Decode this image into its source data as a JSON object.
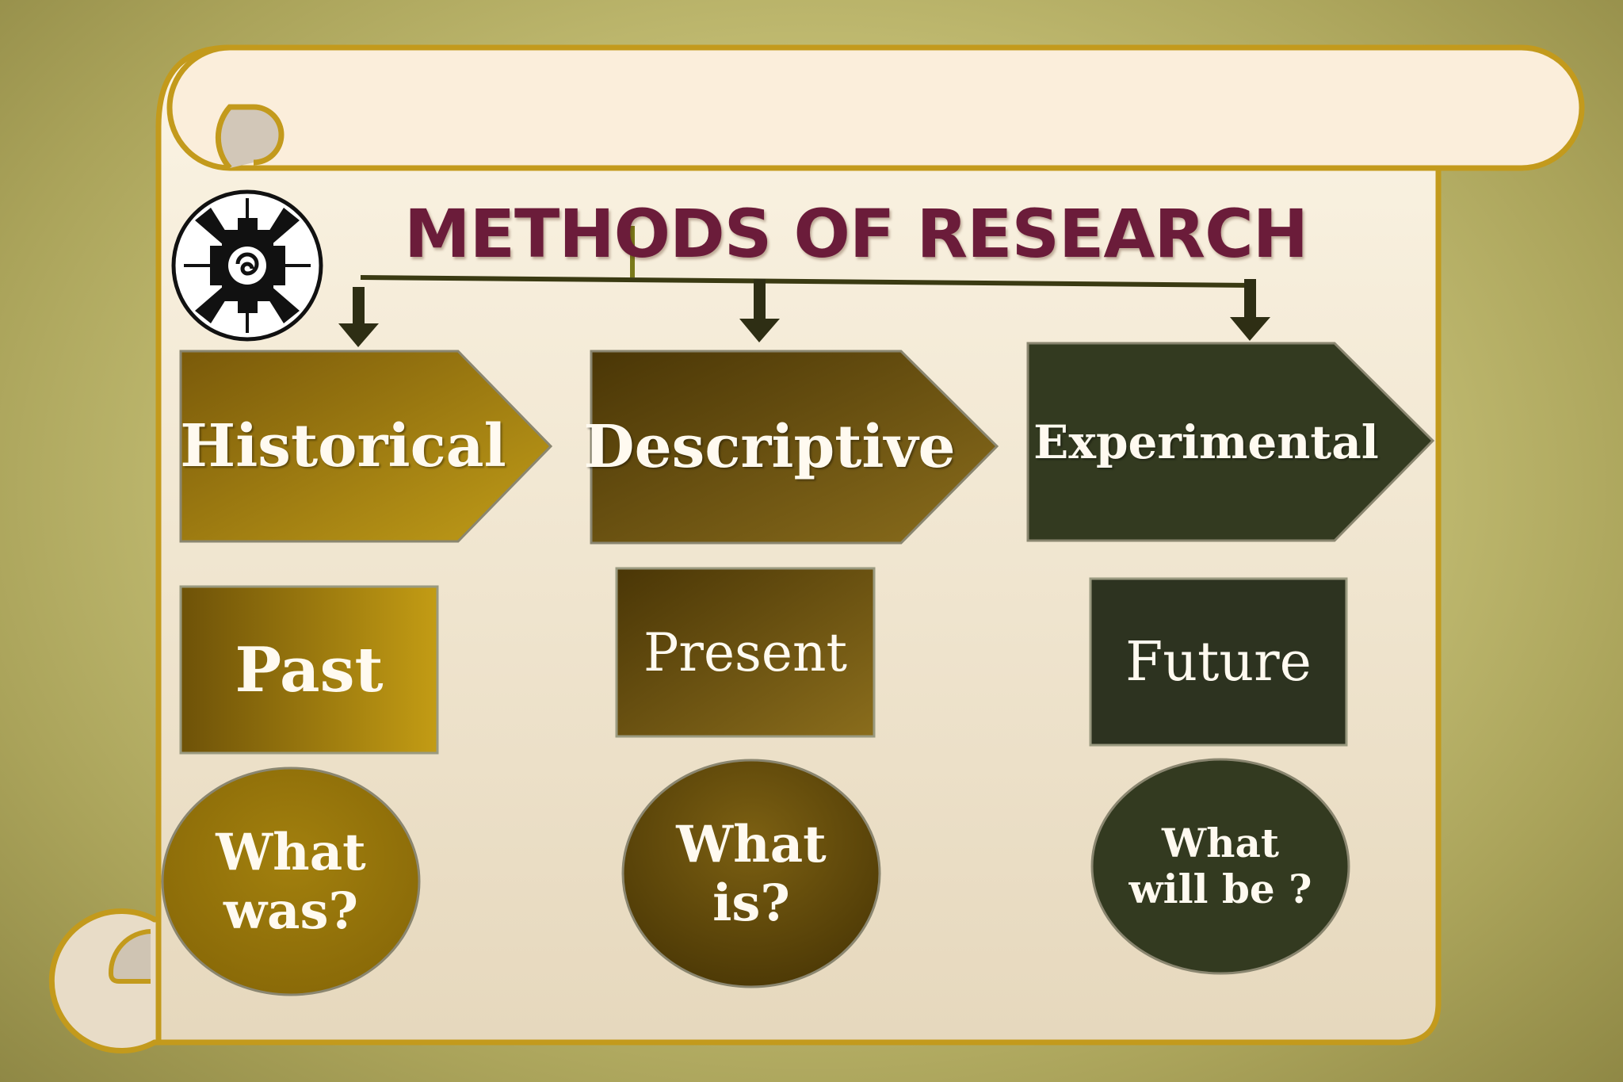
{
  "title": "METHODS OF RESEARCH",
  "colors": {
    "background": "#c9c47a",
    "scroll_fill": "#f7ecd8",
    "scroll_border": "#c39a1c",
    "title": "#6b1c3a",
    "historical": "#9b7a10",
    "descriptive": "#6a5010",
    "experimental": "#333a20"
  },
  "icons": {
    "logo": "hunab-ku-icon"
  },
  "methods": [
    {
      "label": "Historical",
      "era": "Past",
      "question_line1": "What",
      "question_line2": "was?"
    },
    {
      "label": "Descriptive",
      "era": "Present",
      "question_line1": "What",
      "question_line2": "is?"
    },
    {
      "label": "Experimental",
      "era": "Future",
      "question_line1": "What",
      "question_line2": "will be ?"
    }
  ]
}
